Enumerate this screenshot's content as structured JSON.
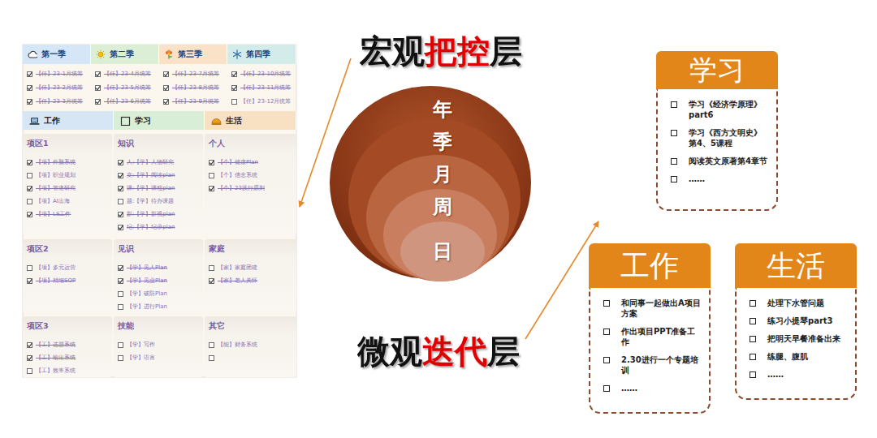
{
  "diagram": {
    "nodes": [
      {
        "text": [
          "第一季",
          "【任】23-1月统筹",
          "【任】23-2月统筹",
          "【任】23-3月统筹"
        ]
      },
      {
        "text": [
          "第二季",
          "【任】23-4月统筹",
          "【任】23-5月统筹",
          "【任】23-6月统筹"
        ]
      },
      {
        "text": [
          "第三季",
          "【任】23-7月统筹",
          "【任】23-8月统筹",
          "【任】23-9月统筹"
        ]
      },
      {
        "text": [
          "第四季",
          "【任】23-10月统筹",
          "【任】23-11月统筹",
          "【任】23-12月统筹"
        ]
      },
      {
        "text": [
          "工作"
        ]
      },
      {
        "text": [
          "学习"
        ]
      },
      {
        "text": [
          "生活"
        ]
      },
      {
        "text": [
          "项区1",
          "【项】外脑系统",
          "【项】职业规划",
          "【项】管道研究",
          "【项】AI出海",
          "【项】LS工作"
        ]
      },
      {
        "text": [
          "知识",
          "人:【学】人物研究",
          "文:【学】阅读plan",
          "课:【学】课程plan",
          "题:【学】待办课题",
          "影:【学】影视plan",
          "纪:【学】纪录plan"
        ]
      },
      {
        "text": [
          "个人",
          "【个】健康Plan",
          "【个】信念系统",
          "【个】23践行原则"
        ]
      },
      {
        "text": [
          "项区2",
          "【项】多元运营",
          "【项】精细SOP"
        ]
      },
      {
        "text": [
          "见识",
          "【学】见人Plan",
          "【学】见业Plan",
          "【学】破防Plan",
          "【学】进行Plan"
        ]
      },
      {
        "text": [
          "家庭",
          "【家】家庭团建",
          "【家】老人关怀"
        ]
      },
      {
        "text": [
          "项区3",
          "【工】选题系统",
          "【工】输出系统",
          "【工】效率系统"
        ]
      },
      {
        "text": [
          "技能",
          "【学】写作",
          "【学】语言"
        ]
      },
      {
        "text": [
          "其它",
          "【能】财务系统"
        ]
      },
      {
        "text": [
          "年",
          "季",
          "月",
          "周",
          "日"
        ]
      },
      {
        "text": [
          "学习",
          "学习《经济学原理》part6",
          "学习《西方文明史》第4、5课程",
          "阅读英文原著第4章节",
          "……"
        ]
      },
      {
        "text": [
          "工作",
          "和同事一起做出A项目方案",
          "作出项目PPT准备工作",
          "2.30进行一个专题培训",
          "……"
        ]
      },
      {
        "text": [
          "生活",
          "处理下水管问题",
          "练习小提琴part3",
          "把明天早餐准备出来",
          "练腿、腹肌",
          "……"
        ]
      }
    ],
    "labels": [
      "宏观把控层",
      "微观迭代层"
    ]
  }
}
